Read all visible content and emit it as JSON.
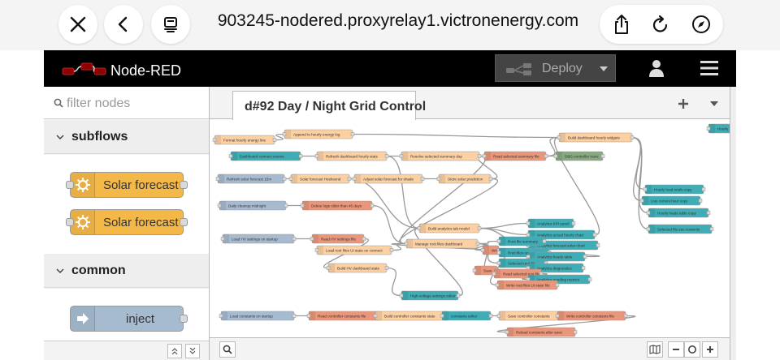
{
  "browser": {
    "url": "903245-nodered.proxyrelay1.victronenergy.com",
    "icons": [
      "close-icon",
      "back-icon",
      "tabs-icon",
      "share-icon",
      "reload-icon",
      "compass-icon"
    ]
  },
  "header": {
    "title": "Node-RED",
    "deploy_label": "Deploy"
  },
  "palette": {
    "search_placeholder": "filter nodes",
    "categories": [
      {
        "label": "subflows",
        "nodes": [
          "Solar forecast",
          "Solar forecast"
        ]
      },
      {
        "label": "common",
        "nodes": [
          "inject"
        ]
      }
    ]
  },
  "workspace": {
    "tab_label": "d#92 Day / Night Grid Control"
  },
  "flow_nodes": [
    {
      "label": "Format hourly energy line",
      "color": "#fdd0a2"
    },
    {
      "label": "Append to hourly energy log",
      "color": "#fdd0a2"
    },
    {
      "label": "Build dashboard hourly widgets",
      "color": "#fdd0a2"
    },
    {
      "label": "Hourly",
      "color": "#3fadb5"
    },
    {
      "label": "Dashboard connect events",
      "color": "#3fadb5"
    },
    {
      "label": "Refresh dashboard hourly stats",
      "color": "#fdd0a2"
    },
    {
      "label": "Resolve selected summary day",
      "color": "#fdd0a2"
    },
    {
      "label": "Read selected summary file",
      "color": "#e9967a"
    },
    {
      "label": "DBG controller trace",
      "color": "#87a980"
    },
    {
      "label": "Refresh solar forecast 15m",
      "color": "#a6bbcf"
    },
    {
      "label": "Solar forecast Hoeksund",
      "color": "#fdd0a2"
    },
    {
      "label": "Adjust solar forecast for shade",
      "color": "#fdd0a2"
    },
    {
      "label": "Store solar prediction",
      "color": "#fdd0a2"
    },
    {
      "label": "Hourly load totals copy",
      "color": "#3fadb5"
    },
    {
      "label": "Live current hour copy",
      "color": "#3fadb5"
    },
    {
      "label": "Hourly loads table copy",
      "color": "#3fadb5"
    },
    {
      "label": "Selected file see contents",
      "color": "#3fadb5"
    },
    {
      "label": "Daily cleanup midnight",
      "color": "#a6bbcf"
    },
    {
      "label": "Delete logs older than 45 days",
      "color": "#e9967a"
    },
    {
      "label": "Build analytics tab model",
      "color": "#fdd0a2"
    },
    {
      "label": "Analytics KPI panel",
      "color": "#3fadb5"
    },
    {
      "label": "Analytics actual hourly chart",
      "color": "#3fadb5"
    },
    {
      "label": "Analytics forecast solar chart",
      "color": "#3fadb5"
    },
    {
      "label": "Load HV settings on startup",
      "color": "#a6bbcf"
    },
    {
      "label": "Read HV settings file",
      "color": "#e9967a"
    },
    {
      "label": "Load root files UI state on connect",
      "color": "#fdd0a2"
    },
    {
      "label": "Manage root files dashboard",
      "color": "#fdd0a2"
    },
    {
      "label": "Write H",
      "color": "#e9967a"
    },
    {
      "label": "Root file summary",
      "color": "#3fadb5"
    },
    {
      "label": "Root files operations",
      "color": "#3fadb5"
    },
    {
      "label": "Analytics hourly table",
      "color": "#3fadb5"
    },
    {
      "label": "Selected root file",
      "color": "#3fadb5"
    },
    {
      "label": "Analytics diagnostics",
      "color": "#3fadb5"
    },
    {
      "label": "Build HV dashboard state",
      "color": "#fdd0a2"
    },
    {
      "label": "Save",
      "color": "#e9967a"
    },
    {
      "label": "Read selected root file",
      "color": "#e9967a"
    },
    {
      "label": "Analytics pending metrics",
      "color": "#3fadb5"
    },
    {
      "label": "Write root files UI state file",
      "color": "#e9967a"
    },
    {
      "label": "High-voltage settings editor",
      "color": "#3fadb5"
    },
    {
      "label": "Load constants on startup",
      "color": "#a6bbcf"
    },
    {
      "label": "Read controller constants file",
      "color": "#e9967a"
    },
    {
      "label": "Build controller constants state",
      "color": "#fdd0a2"
    },
    {
      "label": "constants editor",
      "color": "#3fadb5"
    },
    {
      "label": "Save controller constants",
      "color": "#fdd0a2"
    },
    {
      "label": "Write controller constants file",
      "color": "#e9967a"
    },
    {
      "label": "Reload constants after save",
      "color": "#e9967a"
    }
  ]
}
